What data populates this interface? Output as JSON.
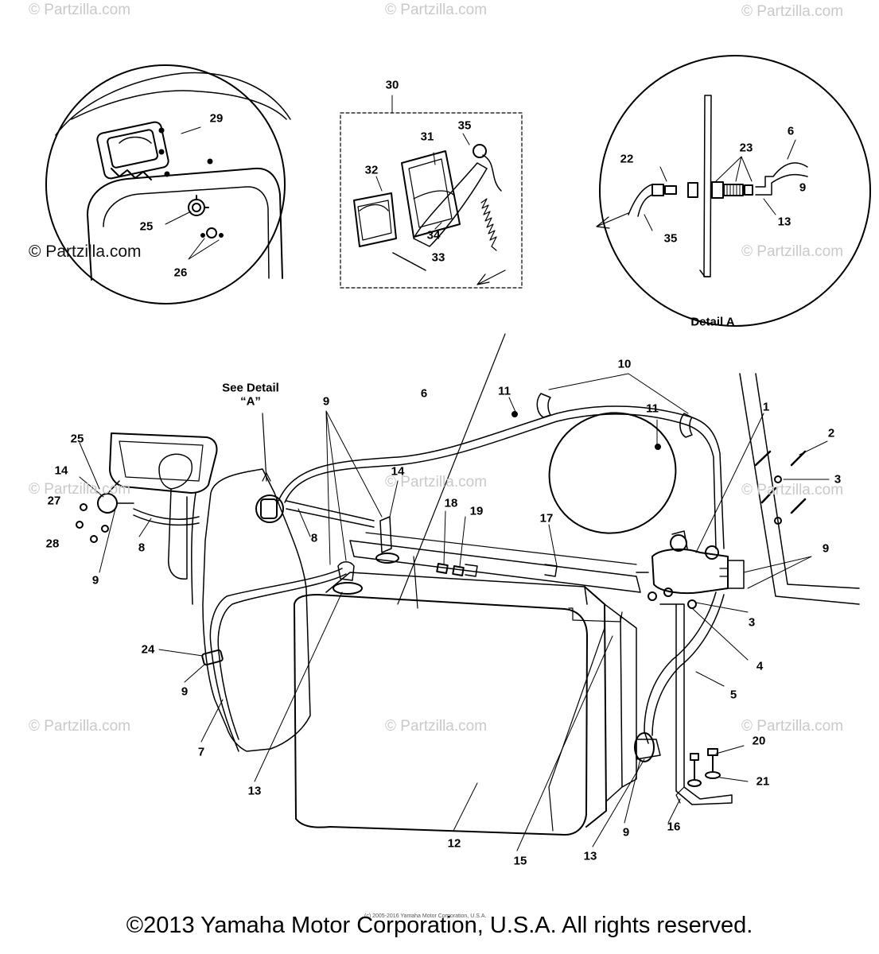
{
  "watermarks": [
    "© Partzilla.com",
    "© Partzilla.com",
    "© Partzilla.com",
    "© Partzilla.com",
    "© Partzilla.com",
    "© Partzilla.com",
    "© Partzilla.com",
    "© Partzilla.com",
    "© Partzilla.com",
    "© Partzilla.com"
  ],
  "watermark_dark": "© Partzilla.com",
  "labels": {
    "detail_a": "Detail A",
    "see_detail_line1": "See Detail",
    "see_detail_line2": "“A”"
  },
  "callouts": {
    "c29": "29",
    "c25a": "25",
    "c26": "26",
    "c30": "30",
    "c31": "31",
    "c35a": "35",
    "c32": "32",
    "c34": "34",
    "c33": "33",
    "c22": "22",
    "c23": "23",
    "c6a": "6",
    "c9a": "9",
    "c13a": "13",
    "c35b": "35",
    "c10": "10",
    "c11a": "11",
    "c11b": "11",
    "c6b": "6",
    "c1": "1",
    "c2": "2",
    "c3a": "3",
    "c9b": "9",
    "c25b": "25",
    "c14a": "14",
    "c27": "27",
    "c28": "28",
    "c8a": "8",
    "c9c": "9",
    "c14b": "14",
    "c8b": "8",
    "c18": "18",
    "c19": "19",
    "c17": "17",
    "c9d": "9",
    "c3b": "3",
    "c4": "4",
    "c5": "5",
    "c24": "24",
    "c9e": "9",
    "c7": "7",
    "c13b": "13",
    "c20": "20",
    "c21": "21",
    "c16": "16",
    "c9f": "9",
    "c13c": "13",
    "c12": "12",
    "c15": "15"
  },
  "footer": {
    "copyright": "©2013 Yamaha Motor Corporation, U.S.A. All rights reserved.",
    "fineprint": "(c) 2005-2016 Yamaha Motor Corporation, U.S.A."
  }
}
